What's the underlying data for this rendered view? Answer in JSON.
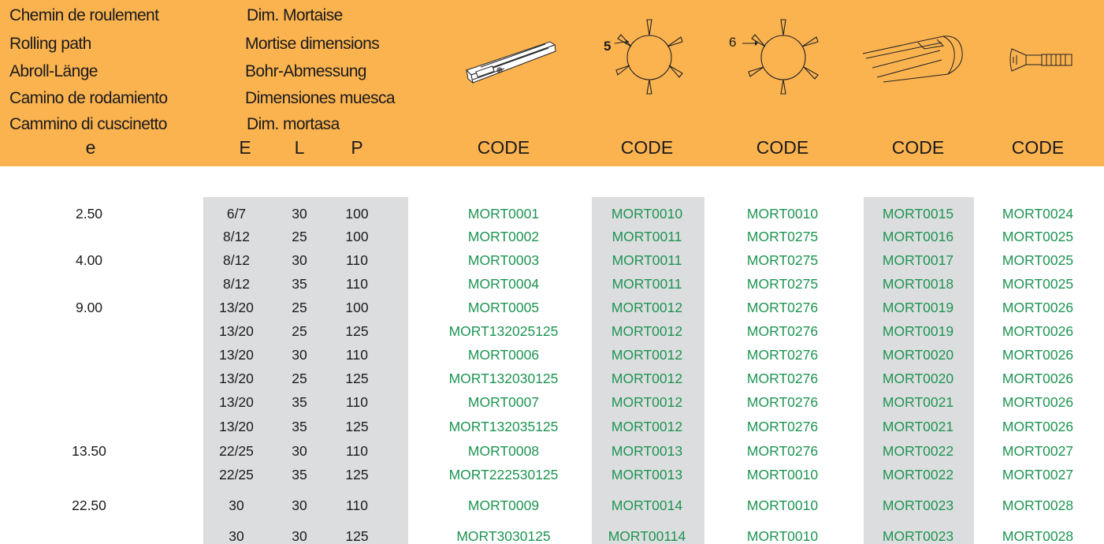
{
  "header": {
    "col1_lines": [
      "Chemin de roulement",
      "Rolling path",
      "Abroll-Länge",
      "Camino de rodamiento",
      "Cammino di cuscinetto"
    ],
    "col2_lines": [
      "Dim. Mortaise",
      "Mortise dimensions",
      "Bohr-Abmessung",
      "Dimensiones muesca",
      "Dim. mortasa"
    ],
    "col_e": "e",
    "col_E": "E",
    "col_L": "L",
    "col_P": "P",
    "code_labels": [
      "CODE",
      "CODE",
      "CODE",
      "CODE",
      "CODE"
    ],
    "star5_label": "5",
    "star6_label": "6",
    "icons": [
      "mortise-bar-icon",
      "star-wheel-5-icon",
      "star-wheel-6-icon",
      "cover-plate-icon",
      "screw-icon"
    ]
  },
  "colors": {
    "header_bg": "#FBB350",
    "shade": "#DCDDDF",
    "code_text": "#1E9452"
  },
  "rows": [
    {
      "e": "2.50",
      "E": "6/7",
      "L": "30",
      "P": "100",
      "c1": "MORT0001",
      "c2": "MORT0010",
      "c3": "MORT0010",
      "c4": "MORT0015",
      "c5": "MORT0024"
    },
    {
      "e": "",
      "E": "8/12",
      "L": "25",
      "P": "100",
      "c1": "MORT0002",
      "c2": "MORT0011",
      "c3": "MORT0275",
      "c4": "MORT0016",
      "c5": "MORT0025"
    },
    {
      "e": "4.00",
      "E": "8/12",
      "L": "30",
      "P": "110",
      "c1": "MORT0003",
      "c2": "MORT0011",
      "c3": "MORT0275",
      "c4": "MORT0017",
      "c5": "MORT0025"
    },
    {
      "e": "",
      "E": "8/12",
      "L": "35",
      "P": "110",
      "c1": "MORT0004",
      "c2": "MORT0011",
      "c3": "MORT0275",
      "c4": "MORT0018",
      "c5": "MORT0025"
    },
    {
      "e": "9.00",
      "E": "13/20",
      "L": "25",
      "P": "100",
      "c1": "MORT0005",
      "c2": "MORT0012",
      "c3": "MORT0276",
      "c4": "MORT0019",
      "c5": "MORT0026"
    },
    {
      "e": "",
      "E": "13/20",
      "L": "25",
      "P": "125",
      "c1": "MORT132025125",
      "c2": "MORT0012",
      "c3": "MORT0276",
      "c4": "MORT0019",
      "c5": "MORT0026"
    },
    {
      "e": "",
      "E": "13/20",
      "L": "30",
      "P": "110",
      "c1": "MORT0006",
      "c2": "MORT0012",
      "c3": "MORT0276",
      "c4": "MORT0020",
      "c5": "MORT0026"
    },
    {
      "e": "",
      "E": "13/20",
      "L": "25",
      "P": "125",
      "c1": "MORT132030125",
      "c2": "MORT0012",
      "c3": "MORT0276",
      "c4": "MORT0020",
      "c5": "MORT0026"
    },
    {
      "e": "",
      "E": "13/20",
      "L": "35",
      "P": "110",
      "c1": "MORT0007",
      "c2": "MORT0012",
      "c3": "MORT0276",
      "c4": "MORT0021",
      "c5": "MORT0026"
    },
    {
      "e": "",
      "E": "13/20",
      "L": "35",
      "P": "125",
      "c1": "MORT132035125",
      "c2": "MORT0012",
      "c3": "MORT0276",
      "c4": "MORT0021",
      "c5": "MORT0026"
    },
    {
      "e": "13.50",
      "E": "22/25",
      "L": "30",
      "P": "110",
      "c1": "MORT0008",
      "c2": "MORT0013",
      "c3": "MORT0276",
      "c4": "MORT0022",
      "c5": "MORT0027"
    },
    {
      "e": "",
      "E": "22/25",
      "L": "35",
      "P": "125",
      "c1": "MORT222530125",
      "c2": "MORT0013",
      "c3": "MORT0010",
      "c4": "MORT0022",
      "c5": "MORT0027"
    },
    {
      "e": "22.50",
      "E": "30",
      "L": "30",
      "P": "110",
      "c1": "MORT0009",
      "c2": "MORT0014",
      "c3": "MORT0010",
      "c4": "MORT0023",
      "c5": "MORT0028"
    },
    {
      "e": "",
      "E": "30",
      "L": "30",
      "P": "125",
      "c1": "MORT3030125",
      "c2": "MORT00114",
      "c3": "MORT0010",
      "c4": "MORT0023",
      "c5": "MORT0028"
    }
  ]
}
